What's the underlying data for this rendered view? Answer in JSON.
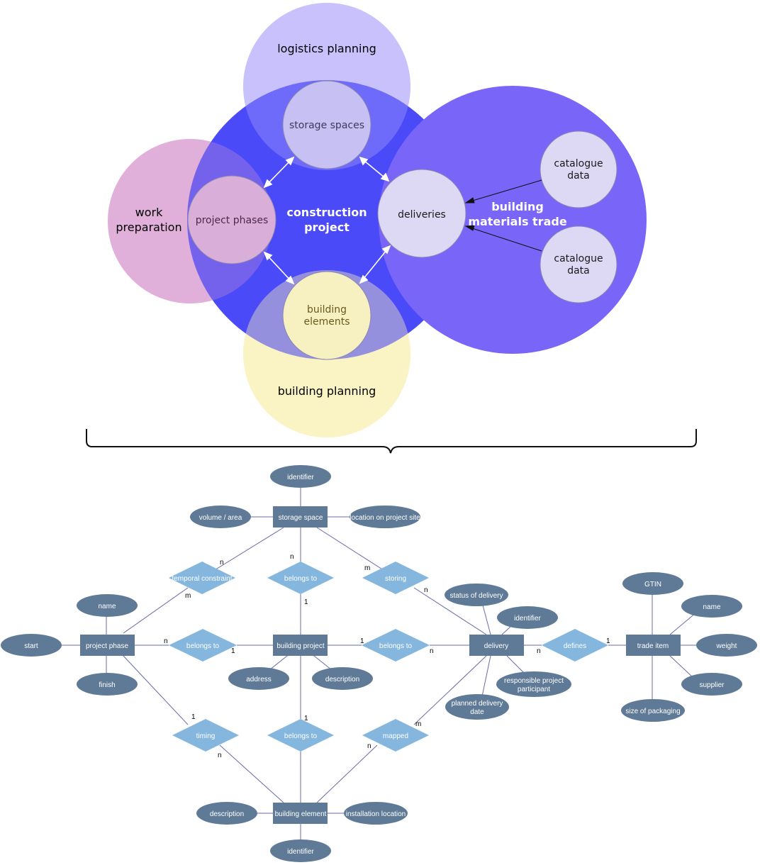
{
  "colors": {
    "logistics": "#c9c2fd",
    "work_prep": "#e0b0da",
    "construction": "#2c2cf8",
    "trade": "#7a65f9",
    "building_planning": "#faf3c3",
    "inner_circle": "#d8d3f3",
    "entity": "#5f7a96",
    "relationship": "#85b7de",
    "line": "#6a6aa8"
  },
  "venn": {
    "logistics_planning": "logistics planning",
    "work_preparation": [
      "work",
      "preparation"
    ],
    "construction_project": [
      "construction",
      "project"
    ],
    "building_materials_trade": [
      "building",
      "materials trade"
    ],
    "building_planning": "building planning",
    "storage_spaces": "storage spaces",
    "project_phases": "project phases",
    "deliveries": "deliveries",
    "building_elements": [
      "building",
      "elements"
    ],
    "catalogue_data_1": [
      "catalogue",
      "data"
    ],
    "catalogue_data_2": [
      "catalogue",
      "data"
    ]
  },
  "er": {
    "entities": {
      "storage_space": "storage space",
      "project_phase": "project phase",
      "building_project": "building project",
      "delivery": "delivery",
      "trade_item": "trade item",
      "building_element": "building element"
    },
    "relationships": {
      "temporal_constraint": "temporal constraint",
      "belongs_to_top": "belongs to",
      "storing": "storing",
      "belongs_to_left": "belongs to",
      "belongs_to_right": "belongs to",
      "defines": "defines",
      "timing": "timing",
      "belongs_to_bottom": "belongs to",
      "mapped": "mapped"
    },
    "attributes": {
      "ss_identifier": "identifier",
      "ss_volume": "volume / area",
      "ss_location": "location on project site",
      "pp_name": "name",
      "pp_start": "start",
      "pp_finish": "finish",
      "bp_address": "address",
      "bp_description": "description",
      "dl_status": "status of delivery",
      "dl_identifier": "identifier",
      "dl_responsible": [
        "responsible project",
        "participant"
      ],
      "dl_planned": [
        "planned delivery",
        "date"
      ],
      "ti_gtin": "GTIN",
      "ti_name": "name",
      "ti_weight": "weight",
      "ti_supplier": "supplier",
      "ti_packaging": "size of packaging",
      "be_description": "description",
      "be_installation": "installation location",
      "be_identifier": "identifier"
    },
    "cardinalities": {
      "tc_top": "n",
      "tc_bottom": "m",
      "bt_top_upper": "n",
      "bt_top_lower": "1",
      "storing_upper": "m",
      "storing_lower": "n",
      "btl_left": "n",
      "btl_right": "1",
      "btr_left": "1",
      "btr_right": "n",
      "def_left": "n",
      "def_right": "1",
      "timing_upper": "1",
      "timing_lower": "n",
      "btb_upper": "1",
      "mapped_upper": "m",
      "mapped_lower": "n"
    }
  }
}
